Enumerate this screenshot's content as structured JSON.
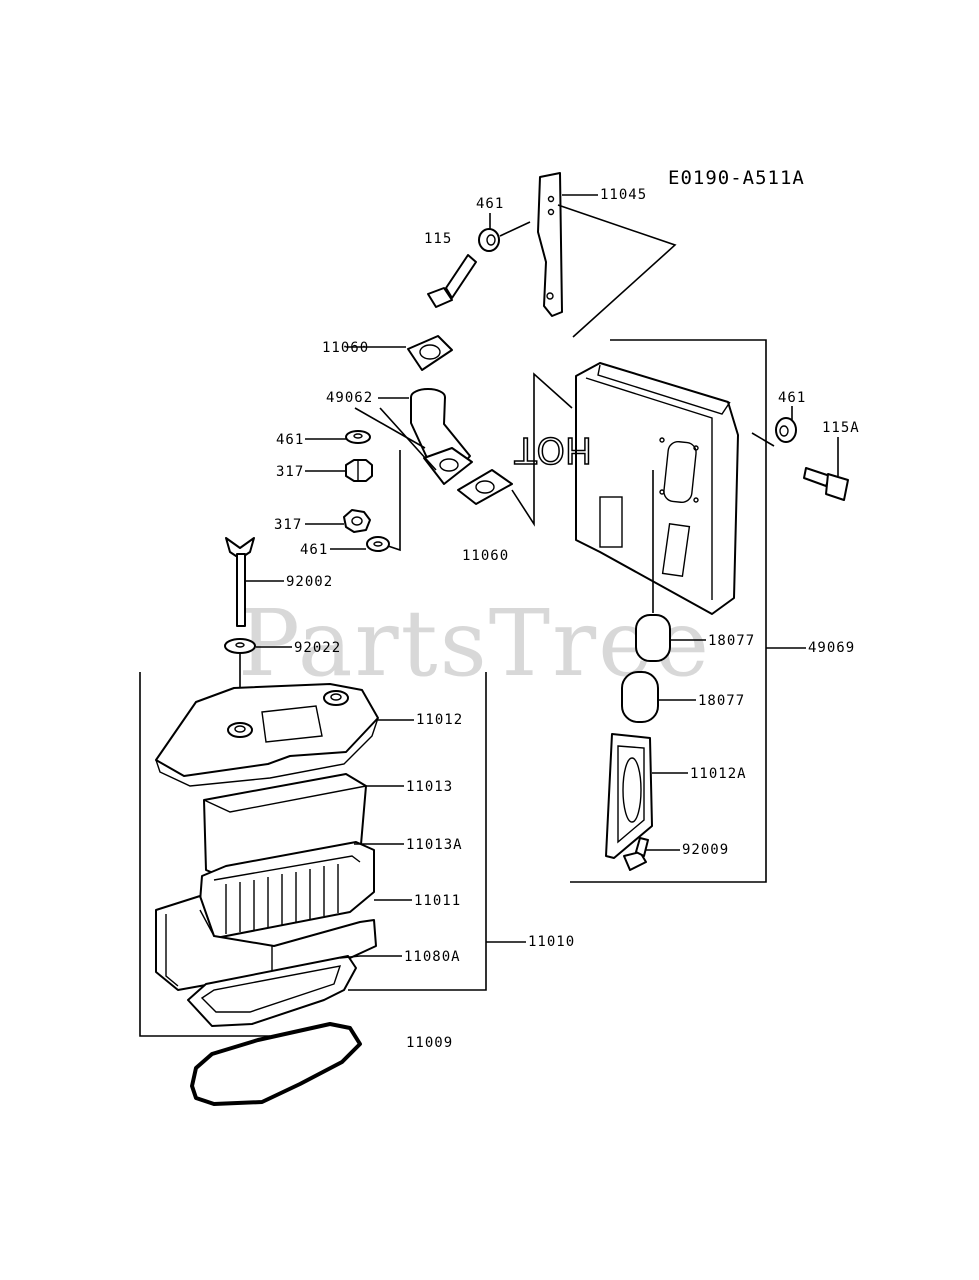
{
  "diagram_code": "E0190-A511A",
  "watermark": "PartsTree",
  "hot_text": "HOT",
  "labels": {
    "p11045": "11045",
    "p461_top": "461",
    "p115": "115",
    "p11060_top": "11060",
    "p49062": "49062",
    "p461_a": "461",
    "p317_a": "317",
    "p317_b": "317",
    "p461_b": "461",
    "p11060_mid": "11060",
    "p461_right": "461",
    "p115A": "115A",
    "p92002": "92002",
    "p92022": "92022",
    "p18077_a": "18077",
    "p49069": "49069",
    "p18077_b": "18077",
    "p11012": "11012",
    "p11012A": "11012A",
    "p11013": "11013",
    "p92009": "92009",
    "p11013A": "11013A",
    "p11011": "11011",
    "p11010": "11010",
    "p11080A": "11080A",
    "p11009": "11009"
  }
}
